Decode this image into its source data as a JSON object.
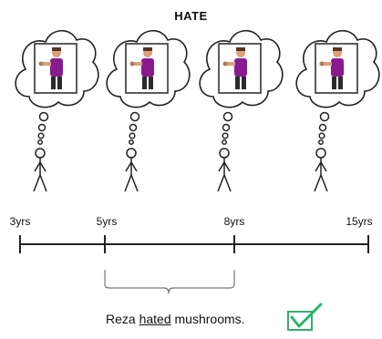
{
  "title": "HATE",
  "timeline": {
    "ticks": [
      "3yrs",
      "5yrs",
      "8yrs",
      "15yrs"
    ]
  },
  "caption": {
    "subject": "Reza",
    "verb": "hated",
    "object": "mushrooms."
  },
  "colors": {
    "shirt": "#8a1a8f",
    "check": "#2fb36a",
    "line": "#222222"
  },
  "icons": [
    "thought-bubble-icon",
    "stick-figure-icon",
    "checkbox-check-icon"
  ]
}
